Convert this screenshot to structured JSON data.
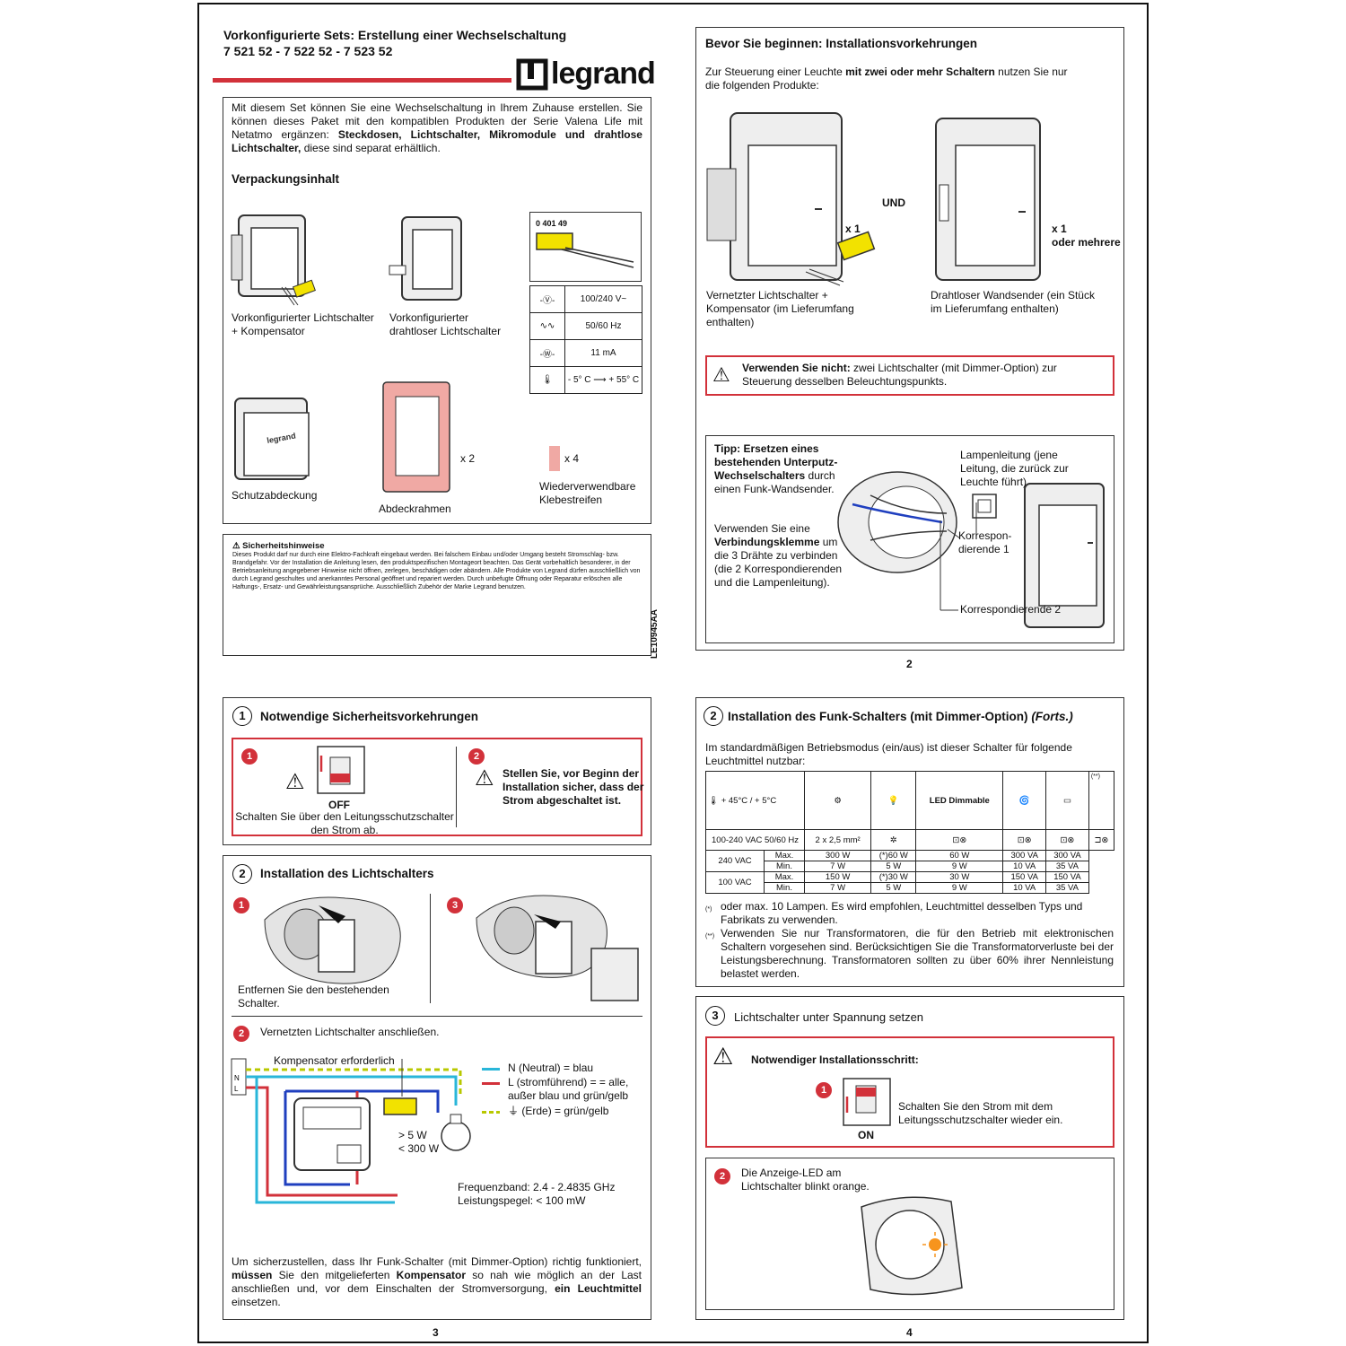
{
  "page1": {
    "title": "Vorkonfigurierte Sets: Erstellung einer Wechselschaltung",
    "refs": "7 521 52 - 7 522 52 - 7 523 52",
    "logo": "legrand",
    "intro_a": "Mit diesem Set können Sie eine Wechselschaltung in Ihrem Zuhause erstellen. Sie können dieses Paket mit den kompatiblen Produkten der Serie Valena Life mit Netatmo ergänzen:",
    "intro_b": "Steckdosen, Lichtschalter, Mikromodule und drahtlose Lichtschalter,",
    "intro_c": "diese sind separat erhältlich.",
    "pack_heading": "Verpackungsinhalt",
    "item1": "Vorkonfigurierter Lichtschalter\n+ Kompensator",
    "item2": "Vorkonfigurierter\ndrahtloser Lichtschalter",
    "item3": "Schutzabdeckung",
    "item4": "Abdeckrahmen",
    "item4_qty": "x 2",
    "item5": "Wiederverwendbare\nKlebestreifen",
    "item5_qty": "x 4",
    "comp_ref": "0 401 49",
    "specs": [
      "100/240 V~",
      "50/60 Hz",
      "11 mA",
      "- 5° C ⟶ + 55° C"
    ],
    "safety_title": "Sicherheitshinweise",
    "safety_text": "Dieses Produkt darf nur durch eine Elektro-Fachkraft eingebaut werden. Bei falschem Einbau und/oder Umgang besteht Stromschlag- bzw. Brandgefahr. Vor der Installation die Anleitung lesen, den produktspezifischen Montageort beachten. Das Gerät vorbehaltlich besonderer, in der Betriebsanleitung angegebener Hinweise nicht öffnen, zerlegen, beschädigen oder abändern. Alle Produkte von Legrand dürfen ausschließlich von durch Legrand geschultes und anerkanntes Personal geöffnet und repariert werden. Durch unbefugte Öffnung oder Reparatur erlöschen alle Haftungs-, Ersatz- und Gewährleistungsansprüche. Ausschließlich Zubehör der Marke Legrand benutzen.",
    "doc_code": "LE10945AA"
  },
  "page2": {
    "heading": "Bevor Sie beginnen: Installationsvorkehrungen",
    "intro_a": "Zur Steuerung einer Leuchte",
    "intro_b": "mit zwei oder mehr Schaltern",
    "intro_c": "nutzen Sie nur die folgenden Produkte:",
    "und": "UND",
    "qty1": "x 1",
    "qty2": "x 1",
    "qty2_more": "oder mehrere",
    "label1": "Vernetzter Lichtschalter +\nKompensator (im Lieferumfang\nenthalten)",
    "label2": "Drahtloser Wandsender (ein Stück\nim Lieferumfang enthalten)",
    "warn_b": "Verwenden Sie nicht:",
    "warn_t": "zwei Lichtschalter (mit Dimmer-Option) zur Steuerung desselben Beleuchtungspunkts.",
    "tip_l1": "Tipp: Ersetzen eines",
    "tip_l2": "bestehenden Unterputz-",
    "tip_l3b": "Wechselschalters",
    "tip_l3": "durch",
    "tip_l4": "einen Funk-Wandsender.",
    "tip2_a": "Verwenden Sie eine",
    "tip2_b": "Verbindungsklemme",
    "tip2_c": "um",
    "tip2_d": "die 3 Drähte zu verbinden\n(die 2 Korrespondierenden\nund die Lampenleitung).",
    "lamp_label": "Lampenleitung (jene\nLeitung, die zurück zur\nLeuchte führt)",
    "korr1": "Korrespon-\ndierende 1",
    "korr2": "Korrespondierende 2",
    "page_num": "2"
  },
  "page3": {
    "s1_num": "1",
    "s1_title": "Notwendige Sicherheitsvorkehrungen",
    "s1_off": "OFF",
    "s1_text": "Schalten Sie über den Leitungsschutzschalter\nden Strom ab.",
    "s1_text2": "Stellen Sie, vor Beginn der\nInstallation sicher, dass der\nStrom abgeschaltet ist.",
    "s2_num": "2",
    "s2_title": "Installation des Lichtschalters",
    "step1": "1",
    "step2": "2",
    "step3": "3",
    "remove": "Entfernen Sie den bestehenden\nSchalter.",
    "connect": "Vernetzten Lichtschalter anschließen.",
    "komp": "Kompensator erforderlich",
    "legend_n": "N (Neutral) = blau",
    "legend_l": "L (stromführend) = = alle,\naußer blau und grün/gelb",
    "legend_e": "(Erde) = grün/gelb",
    "power": "> 5 W\n< 300 W",
    "freq": "Frequenzband: 2.4 - 2.4835 GHz\nLeistungspegel: < 100 mW",
    "term_n": "N",
    "term_l": "L",
    "foot_a": "Um sicherzustellen, dass Ihr Funk-Schalter (mit Dimmer-Option) richtig funktioniert,",
    "foot_b": "müssen",
    "foot_c": "Sie den mitgelieferten",
    "foot_d": "Kompensator",
    "foot_e": "so nah wie möglich an der Last anschließen und, vor dem Einschalten der Stromversorgung,",
    "foot_f": "ein Leuchtmittel",
    "foot_g": "einsetzen.",
    "page_num": "3"
  },
  "page4": {
    "s2_num": "2",
    "s2_title": "Installation des Funk-Schalters (mit Dimmer-Option)",
    "s2_forts": "(Forts.)",
    "intro": "Im standardmäßigen Betriebsmodus (ein/aus) ist dieser Schalter für folgende\nLeuchtmittel nutzbar:",
    "temp_hi": "+ 45°C",
    "temp_lo": "+ 5°C",
    "voltage": "100-240 VAC\n50/60 Hz",
    "wire": "2 x 2,5 mm²",
    "led": "LED\nDimmable",
    "star2": "(**)",
    "rows": [
      {
        "v": "240 VAC",
        "k": "Max.",
        "c": [
          "300 W",
          "(*)60 W",
          "60 W",
          "300 VA",
          "300 VA"
        ]
      },
      {
        "v": "",
        "k": "Min.",
        "c": [
          "7 W",
          "5 W",
          "9 W",
          "10 VA",
          "35 VA"
        ]
      },
      {
        "v": "100 VAC",
        "k": "Max.",
        "c": [
          "150 W",
          "(*)30 W",
          "30 W",
          "150 VA",
          "150 VA"
        ]
      },
      {
        "v": "",
        "k": "Min.",
        "c": [
          "7 W",
          "5 W",
          "9 W",
          "10 VA",
          "35 VA"
        ]
      }
    ],
    "note1_mark": "(*)",
    "note1": "oder max. 10 Lampen. Es wird empfohlen, Leuchtmittel desselben Typs und Fabrikats zu verwenden.",
    "note2_mark": "(**)",
    "note2": "Verwenden Sie nur Transformatoren, die für den Betrieb mit elektronischen Schaltern vorgesehen sind. Berücksichtigen Sie die Transformatorverluste bei der Leistungsberechnung. Transformatoren sollten zu über 60% ihrer Nennleistung belastet werden.",
    "s3_num": "3",
    "s3_title": "Lichtschalter unter Spannung setzen",
    "s3_warn": "Notwendiger Installationsschritt:",
    "s3_step1": "1",
    "s3_on": "ON",
    "s3_text1": "Schalten Sie den Strom mit dem\nLeitungsschutzschalter wieder ein.",
    "s3_step2": "2",
    "s3_text2": "Die Anzeige-LED am\nLichtschalter blinkt orange.",
    "page_num": "4"
  },
  "colors": {
    "red": "#d2313a",
    "cyan": "#29b6d9",
    "blue": "#1f3fbf",
    "yellow": "#f2e200",
    "pink": "#f0a9a4",
    "orange": "#f7941d"
  }
}
